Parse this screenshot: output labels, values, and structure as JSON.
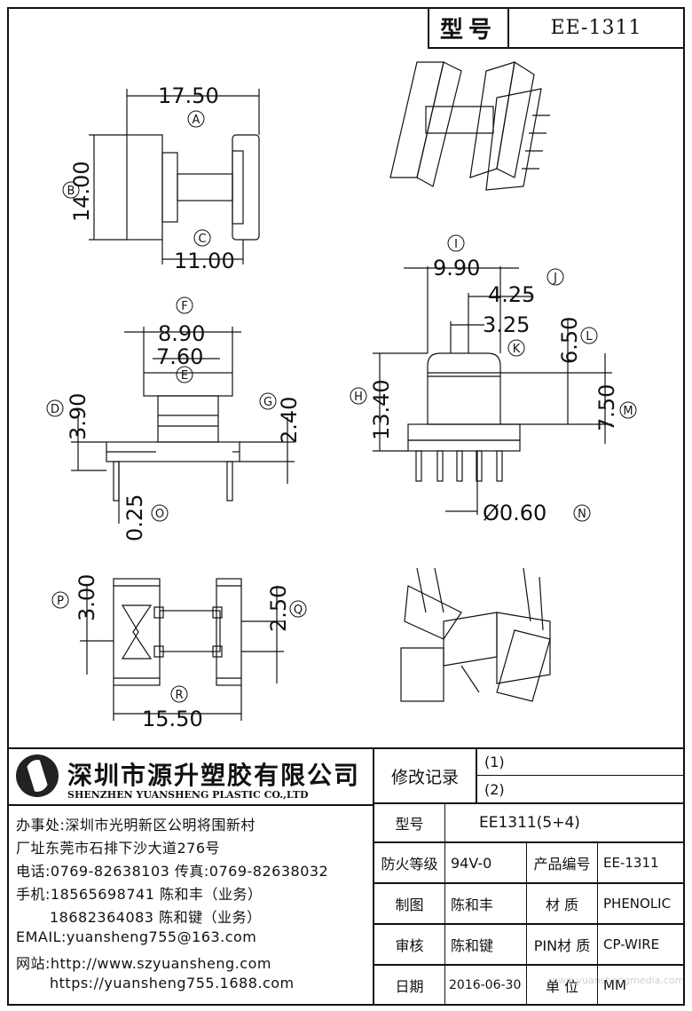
{
  "header": {
    "model_label": "型号",
    "model_value": "EE-1311"
  },
  "dims": {
    "a": "17.50",
    "b": "14.00",
    "c": "11.00",
    "f": "8.90",
    "e": "7.60",
    "d": "3.90",
    "g": "2.40",
    "o": "0.25",
    "i": "9.90",
    "j": "4.25",
    "k": "3.25",
    "l": "6.50",
    "h": "13.40",
    "m": "7.50",
    "n": "Ø0.60",
    "p": "3.00",
    "q": "2.50",
    "r": "15.50"
  },
  "markers": {
    "A": "A",
    "B": "B",
    "C": "C",
    "D": "D",
    "E": "E",
    "F": "F",
    "G": "G",
    "H": "H",
    "I": "I",
    "J": "J",
    "K": "K",
    "L": "L",
    "M": "M",
    "N": "N",
    "O": "O",
    "P": "P",
    "Q": "Q",
    "R": "R"
  },
  "company": {
    "name_cn": "深圳市源升塑胶有限公司",
    "name_en": "SHENZHEN YUANSHENG PLASTIC CO.,LTD",
    "office": "办事处:深圳市光明新区公明将围新村",
    "factory": "厂址东莞市石排下沙大道276号",
    "phone": "电话:0769-82638103 传真:0769-82638032",
    "mobile1": "手机:18565698741 陈和丰（业务）",
    "mobile2": "18682364083 陈和键（业务）",
    "email": "EMAIL:yuansheng755@163.com",
    "web1": "网站:http://www.szyuansheng.com",
    "web2": "https://yuansheng755.1688.com"
  },
  "table": {
    "revision_label": "修改记录",
    "rev1": "(1)",
    "rev2": "(2)",
    "model_label": "型号",
    "model_value": "EE1311(5+4)",
    "fire_label": "防火等级",
    "fire_value": "94V-0",
    "product_no_label": "产品编号",
    "product_no_value": "EE-1311",
    "drawn_label": "制图",
    "drawn_value": "陈和丰",
    "material_label": "材 质",
    "material_value": "PHENOLIC",
    "review_label": "审核",
    "review_value": "陈和键",
    "pin_label": "PIN材 质",
    "pin_value": "CP-WIRE",
    "date_label": "日期",
    "date_value": "2016-06-30",
    "unit_label": "单 位",
    "unit_value": "MM"
  },
  "watermark": "www.yuanshengmedia.com"
}
